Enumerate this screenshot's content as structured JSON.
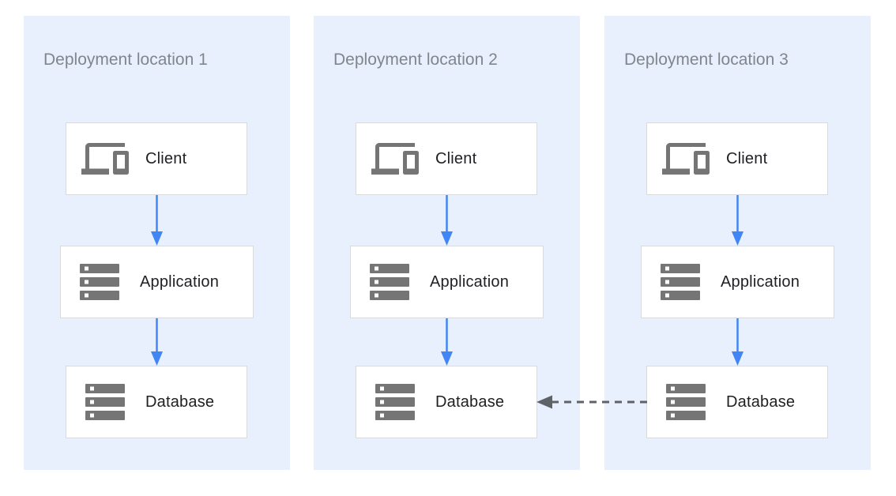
{
  "diagram": {
    "locations": [
      {
        "title": "Deployment location 1",
        "nodes": [
          {
            "label": "Client",
            "icon": "devices-icon"
          },
          {
            "label": "Application",
            "icon": "server-stack-icon"
          },
          {
            "label": "Database",
            "icon": "server-stack-icon"
          }
        ]
      },
      {
        "title": "Deployment location 2",
        "nodes": [
          {
            "label": "Client",
            "icon": "devices-icon"
          },
          {
            "label": "Application",
            "icon": "server-stack-icon"
          },
          {
            "label": "Database",
            "icon": "server-stack-icon"
          }
        ]
      },
      {
        "title": "Deployment location 3",
        "nodes": [
          {
            "label": "Client",
            "icon": "devices-icon"
          },
          {
            "label": "Application",
            "icon": "server-stack-icon"
          },
          {
            "label": "Database",
            "icon": "server-stack-icon"
          }
        ]
      }
    ],
    "connections": {
      "flow_arrows": "client-to-application-to-database (solid blue, downward, per location)",
      "replication_arrow": "database-3-to-database-2 (dashed gray, leftward)"
    },
    "colors": {
      "panel_background": "#e8f0fe",
      "panel_title_text": "#80868b",
      "node_background": "#ffffff",
      "node_border": "#d9dadc",
      "node_label_text": "#202124",
      "icon_gray": "#757575",
      "flow_arrow_blue": "#4285f4",
      "replication_arrow_gray": "#5f6368"
    }
  }
}
